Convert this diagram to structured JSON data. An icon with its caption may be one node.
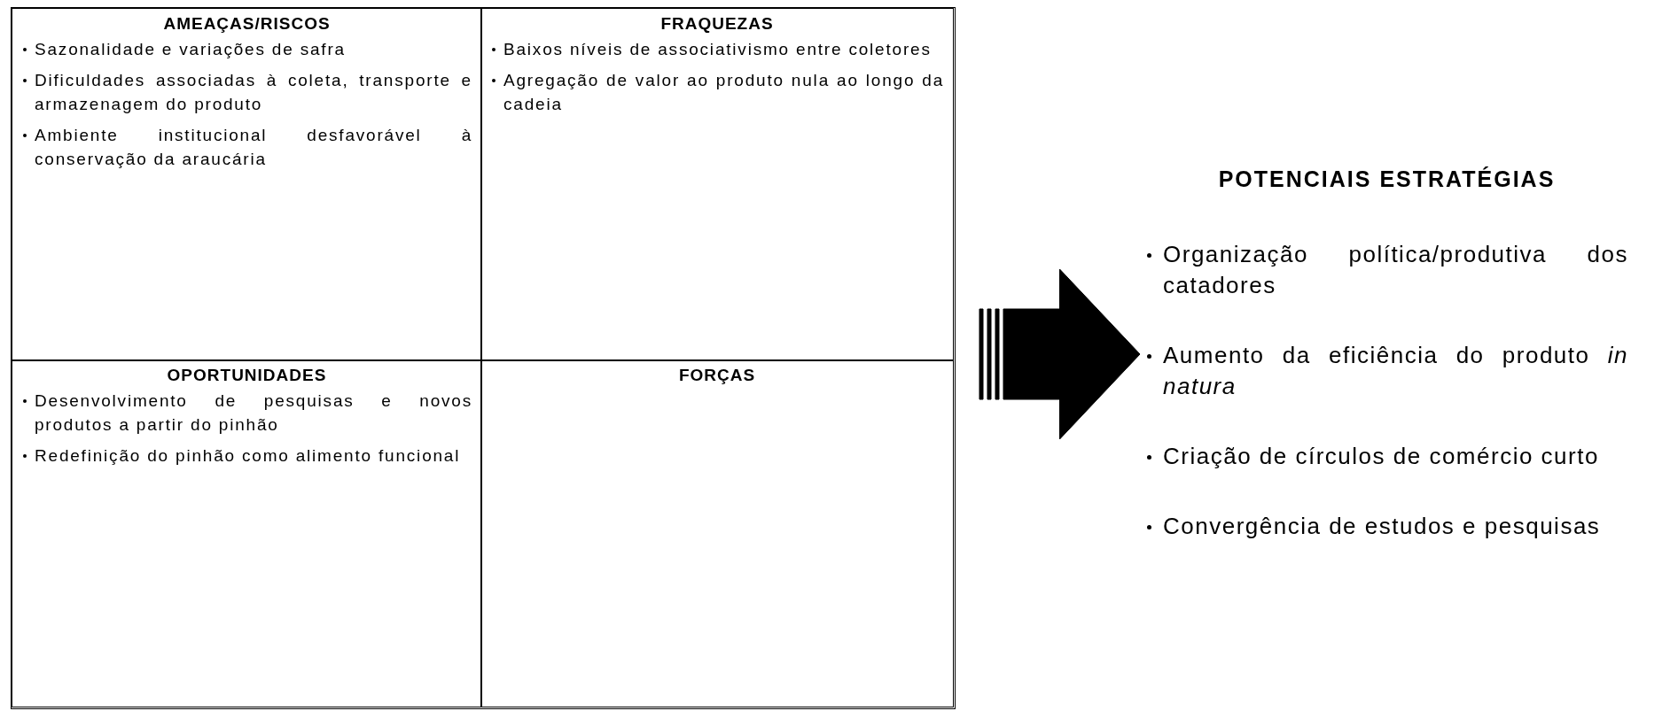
{
  "diagram": {
    "nodes": [
      {
        "text": [],
        "shape": "box"
      },
      {
        "text": [
          "AMEAÇAS/RISCOS",
          "Sazonalidade e variações de safra",
          "Dificuldades associadas à coleta, transporte e armazenagem do produto",
          "Ambiente institucional desfavorável à conservação da araucária"
        ],
        "in": 0
      },
      {
        "text": [
          "FRAQUEZAS",
          "Baixos níveis de associativismo entre coletores",
          "Agregação de valor ao produto nula ao longo da cadeia"
        ],
        "in": 0
      },
      {
        "text": [
          "OPORTUNIDADES",
          "Desenvolvimento de pesquisas e novos produtos a partir do pinhão",
          "Redefinição do pinhão como alimento funcional"
        ],
        "in": 0
      },
      {
        "text": [
          "FORÇAS"
        ],
        "in": 0
      },
      {
        "text": [
          "POTENCIAIS ESTRATÉGIAS",
          "Organização política/produtiva dos catadores",
          "Aumento da eficiência do produto *in natura*",
          "Criação de círculos de comércio curto",
          "Convergência de estudos e pesquisas"
        ]
      }
    ],
    "edges": [
      {
        "from": 0,
        "to": 5,
        "arrow": "to",
        "style": "thick"
      }
    ]
  }
}
